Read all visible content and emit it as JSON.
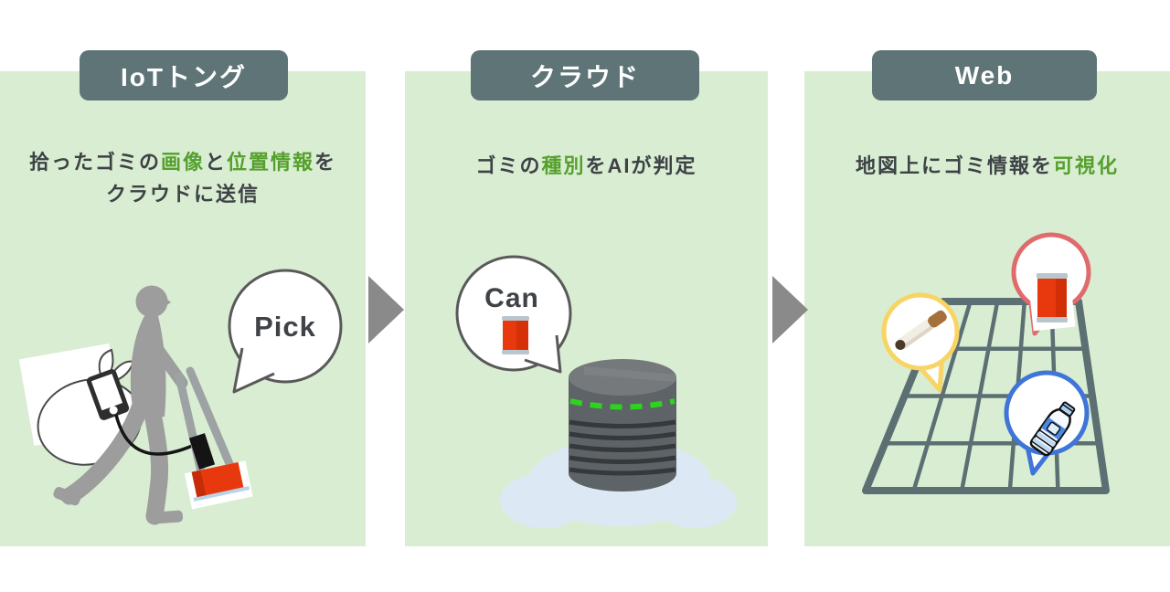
{
  "diagram": {
    "flow": [
      "IoTトング",
      "クラウド",
      "Web"
    ],
    "panels": {
      "p1": {
        "title": "IoTトング",
        "desc_line1": {
          "t1": "拾ったゴミの",
          "h1": "画像",
          "t2": "と",
          "h2": "位置情報",
          "t3": "を"
        },
        "desc_line2": "クラウドに送信",
        "bubble_label": "Pick"
      },
      "p2": {
        "title": "クラウド",
        "desc": {
          "t1": "ゴミの",
          "h1": "種別",
          "t2": "をAIが判定"
        },
        "bubble_label": "Can"
      },
      "p3": {
        "title": "Web",
        "desc": {
          "t1": "地図上にゴミ情報を",
          "h1": "可視化"
        },
        "pins": [
          "cigarette",
          "can",
          "plastic-bottle"
        ]
      }
    },
    "colors": {
      "panel_bg": "#d9edd2",
      "badge_bg": "#5e7476",
      "highlight_green": "#55a02d",
      "text_dark": "#3d4246",
      "arrow_gray": "#8a8a8a",
      "person_gray": "#9d9d9d",
      "can_red": "#e8380d",
      "server_gray": "#5d6366",
      "server_dash_green": "#2ed31f",
      "cloud_blue": "#dce9f4",
      "grid_slate": "#5c7073",
      "pin_yellow": "#f8d465",
      "pin_red": "#e06b6d",
      "pin_blue": "#3f74d9"
    }
  }
}
